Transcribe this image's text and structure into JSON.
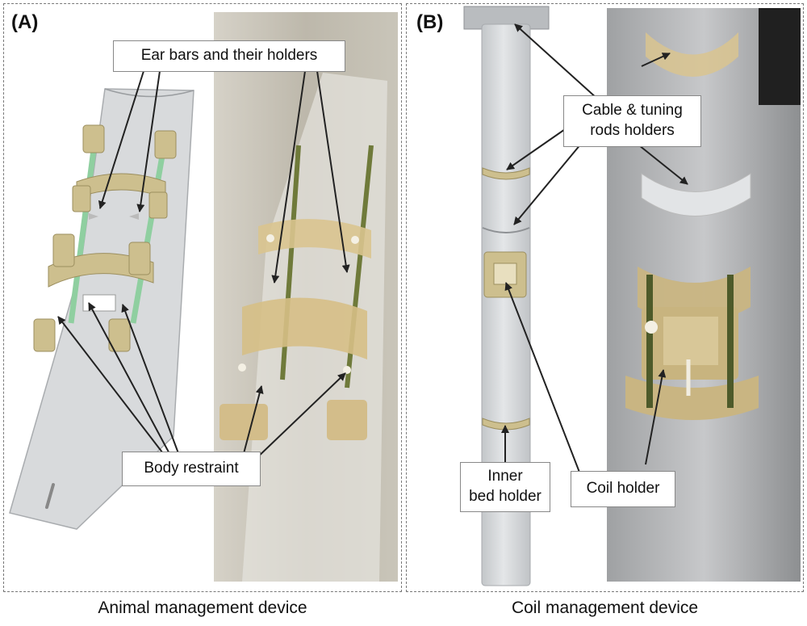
{
  "panels": [
    {
      "letter": "(A)",
      "caption": "Animal management device",
      "callouts": {
        "ear_bars": "Ear bars and their holders",
        "body_restraint": "Body restraint"
      }
    },
    {
      "letter": "(B)",
      "caption": "Coil management device",
      "callouts": {
        "cable_tuning_line1": "Cable & tuning",
        "cable_tuning_line2": "rods holders",
        "inner_bed_line1": "Inner",
        "inner_bed_line2": "bed holder",
        "coil_holder": "Coil holder"
      }
    }
  ],
  "colors": {
    "frame": "#777777",
    "tube": "#d4d6d8",
    "holder": "#cdbf8e",
    "rod": "#8fcfa0",
    "photo_bg": "#b9b4a6",
    "photo_right": "#a6a7a9",
    "arrow": "#222222"
  }
}
